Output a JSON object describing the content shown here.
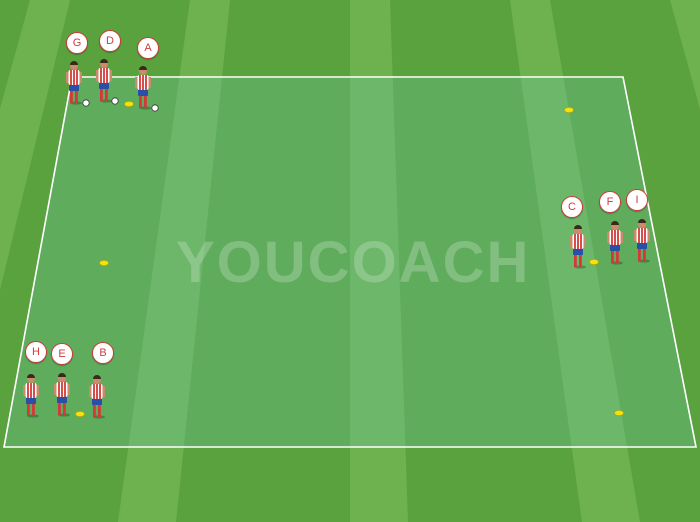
{
  "watermark": "YOUCOACH",
  "colors": {
    "grass_light": "#7fbf5d",
    "grass_dark": "#5aa23e",
    "field_overlay": "#6cc6b0",
    "line": "#ffffff",
    "cone": "#f5e20c",
    "shirt_red": "#d23a3a",
    "shorts_blue": "#2a4fa8",
    "label_text": "#d23a3a"
  },
  "players": [
    {
      "label": "G",
      "icon": "player-icon",
      "has_ball": true
    },
    {
      "label": "D",
      "icon": "player-icon",
      "has_ball": true
    },
    {
      "label": "A",
      "icon": "player-icon",
      "has_ball": true
    },
    {
      "label": "C",
      "icon": "player-icon",
      "has_ball": false
    },
    {
      "label": "F",
      "icon": "player-icon",
      "has_ball": false
    },
    {
      "label": "I",
      "icon": "player-icon",
      "has_ball": false
    },
    {
      "label": "H",
      "icon": "player-icon",
      "has_ball": false
    },
    {
      "label": "E",
      "icon": "player-icon",
      "has_ball": false
    },
    {
      "label": "B",
      "icon": "player-icon",
      "has_ball": false
    }
  ],
  "cones": [
    {
      "name": "cone-top-left",
      "icon": "cone-icon"
    },
    {
      "name": "cone-top-right",
      "icon": "cone-icon"
    },
    {
      "name": "cone-mid-left",
      "icon": "cone-icon"
    },
    {
      "name": "cone-mid-right",
      "icon": "cone-icon"
    },
    {
      "name": "cone-bottom-left",
      "icon": "cone-icon"
    },
    {
      "name": "cone-bottom-right",
      "icon": "cone-icon"
    }
  ]
}
